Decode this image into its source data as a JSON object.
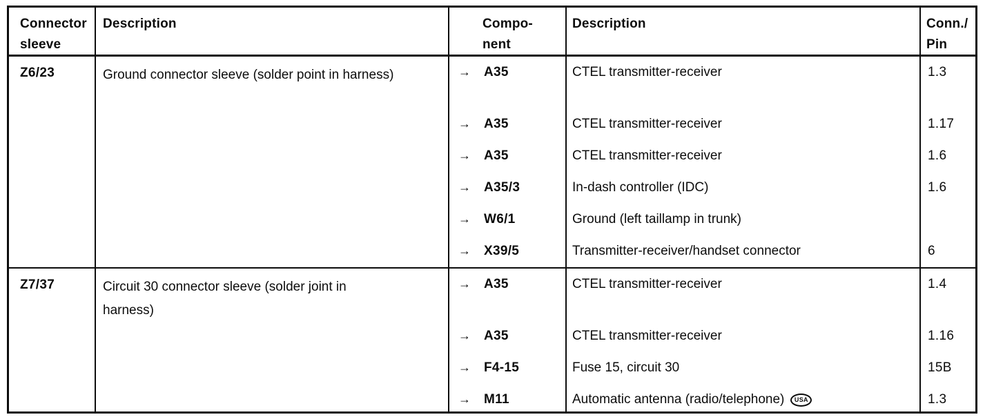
{
  "document": {
    "type": "connector-sleeve-reference-table"
  },
  "colors": {
    "text": "#0d0d0d",
    "border": "#0d0d0d",
    "background": "#ffffff"
  },
  "glyphs": {
    "arrow": "→",
    "usa_badge": "USA"
  },
  "table": {
    "headers": {
      "connector_sleeve": "Connector\nsleeve",
      "description_left": "Description",
      "component": "Compo-\nnent",
      "description_right": "Description",
      "conn_pin": "Conn./\nPin"
    }
  },
  "blocks": [
    {
      "sleeve": "Z6/23",
      "description": "Ground connector sleeve (solder point in harness)",
      "items": [
        {
          "component": "A35",
          "description": "CTEL transmitter-receiver",
          "pin": "1.3"
        },
        {
          "component": "A35",
          "description": "CTEL transmitter-receiver",
          "pin": "1.17"
        },
        {
          "component": "A35",
          "description": "CTEL transmitter-receiver",
          "pin": "1.6"
        },
        {
          "component": "A35/3",
          "description": "In-dash controller (IDC)",
          "pin": "1.6"
        },
        {
          "component": "W6/1",
          "description": "Ground (left taillamp in trunk)",
          "pin": ""
        },
        {
          "component": "X39/5",
          "description": "Transmitter-receiver/handset connector",
          "pin": "6"
        }
      ]
    },
    {
      "sleeve": "Z7/37",
      "description": "Circuit 30 connector sleeve (solder joint in harness)",
      "items": [
        {
          "component": "A35",
          "description": "CTEL transmitter-receiver",
          "pin": "1.4"
        },
        {
          "component": "A35",
          "description": "CTEL transmitter-receiver",
          "pin": "1.16"
        },
        {
          "component": "F4-15",
          "description": "Fuse 15, circuit 30",
          "pin": "15B"
        },
        {
          "component": "M11",
          "description": "Automatic antenna (radio/telephone)",
          "pin": "1.3",
          "badge": "USA"
        }
      ]
    }
  ]
}
